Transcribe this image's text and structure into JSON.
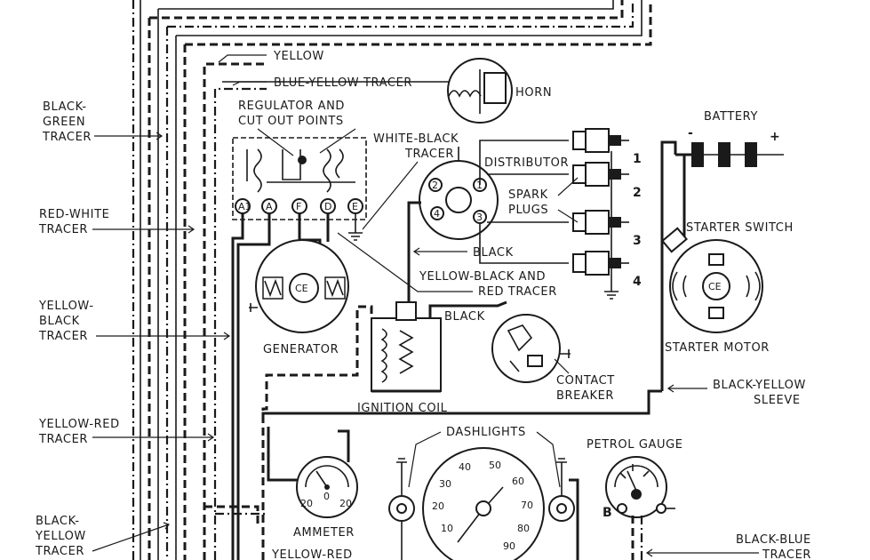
{
  "labels": {
    "yellow": "YELLOW",
    "blue_yellow_tracer": "BLUE-YELLOW TRACER",
    "horn": "HORN",
    "black_green_tracer": [
      "BLACK-",
      "GREEN",
      "TRACER"
    ],
    "regulator": [
      "REGULATOR AND",
      "CUT OUT POINTS"
    ],
    "white_black_tracer": [
      "WHITE-BLACK",
      "TRACER"
    ],
    "battery": "BATTERY",
    "distributor": "DISTRIBUTOR",
    "spark_plugs": [
      "SPARK",
      "PLUGS"
    ],
    "red_white_tracer": [
      "RED-WHITE",
      "TRACER"
    ],
    "black": "BLACK",
    "starter_switch": "STARTER SWITCH",
    "yellow_black_red_tracer": [
      "YELLOW-BLACK AND",
      "RED TRACER"
    ],
    "yellow_black_tracer": [
      "YELLOW-",
      "BLACK",
      "TRACER"
    ],
    "generator": "GENERATOR",
    "black_2": "BLACK",
    "starter_motor": "STARTER MOTOR",
    "contact_breaker": [
      "CONTACT",
      "BREAKER"
    ],
    "ignition_coil": "IGNITION COIL",
    "black_yellow_sleeve": [
      "BLACK-YELLOW",
      "SLEEVE"
    ],
    "yellow_red_tracer": [
      "YELLOW-RED",
      "TRACER"
    ],
    "dashlights": "DASHLIGHTS",
    "petrol_gauge": "PETROL GAUGE",
    "black_yellow_tracer": [
      "BLACK-",
      "YELLOW",
      "TRACER"
    ],
    "ammeter": "AMMETER",
    "yellow_red_bottom": "YELLOW-RED",
    "black_blue_tracer": [
      "BLACK-BLUE",
      "TRACER"
    ]
  },
  "regulator_terminals": [
    "A1",
    "A",
    "F",
    "D",
    "E"
  ],
  "plug_numbers": [
    "1",
    "2",
    "3",
    "4"
  ],
  "distributor_numbers": [
    "2",
    "1",
    "4",
    "3"
  ],
  "generator_mark": "CE",
  "starter_mark": "CE",
  "battery_signs": [
    "-",
    "+"
  ],
  "ammeter_scale": [
    "20",
    "0",
    "20"
  ],
  "speedo_scale": [
    "10",
    "20",
    "30",
    "40",
    "50",
    "60",
    "70",
    "80",
    "90"
  ],
  "gauge_letter": "B"
}
